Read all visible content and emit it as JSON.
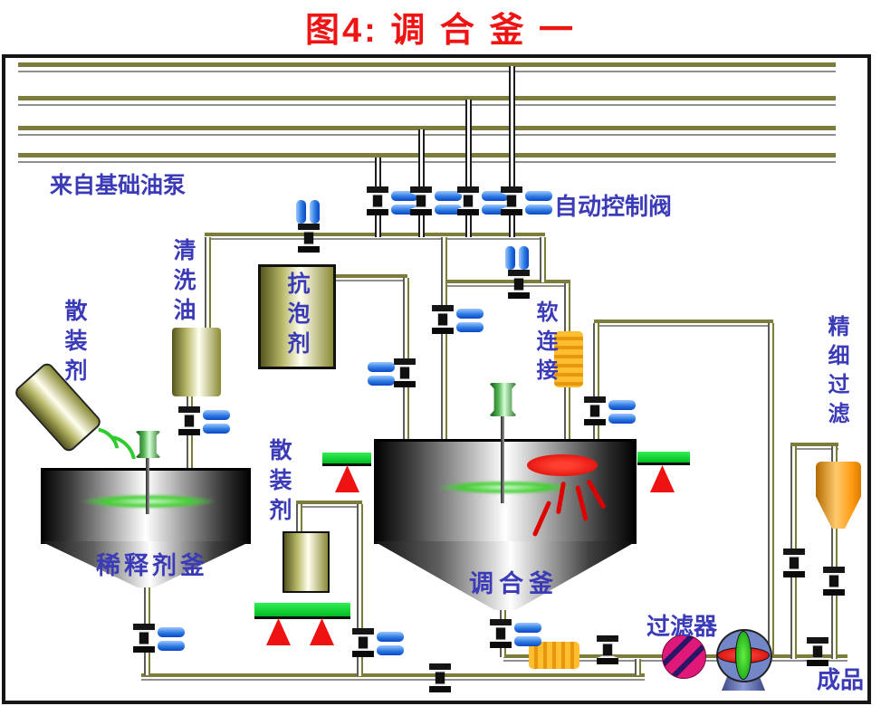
{
  "title": "图4: 调 合 釜 一",
  "labels": {
    "from_base_oil_pump": "来自基础油泵",
    "auto_control_valves": "自动控制阀",
    "cleaning_oil": "清洗油",
    "anti_foam_agent": "抗泡剂",
    "bulk_agent_left": "散装剂",
    "bulk_agent_middle": "散装剂",
    "soft_connection": "软连接",
    "fine_filtration": "精细过滤",
    "diluent_kettle": "稀释剂釜",
    "blending_kettle": "调合釜",
    "filter": "过滤器",
    "finished_product": "成品"
  },
  "colors": {
    "title_red": "#ee1414",
    "label_blue": "#3b3bb8",
    "pipe_olive": "#7c7c3c",
    "actuator_blue": "#2d7be2",
    "platform_green": "#00cc22",
    "load_cell_red": "#ee1212",
    "soft_connection_orange": "#f2a714",
    "filter_magenta": "#e0187a",
    "pump_slate_blue": "#7386c8",
    "fine_filter_orange": "#ff9b12",
    "tank_metal": "#000000"
  }
}
